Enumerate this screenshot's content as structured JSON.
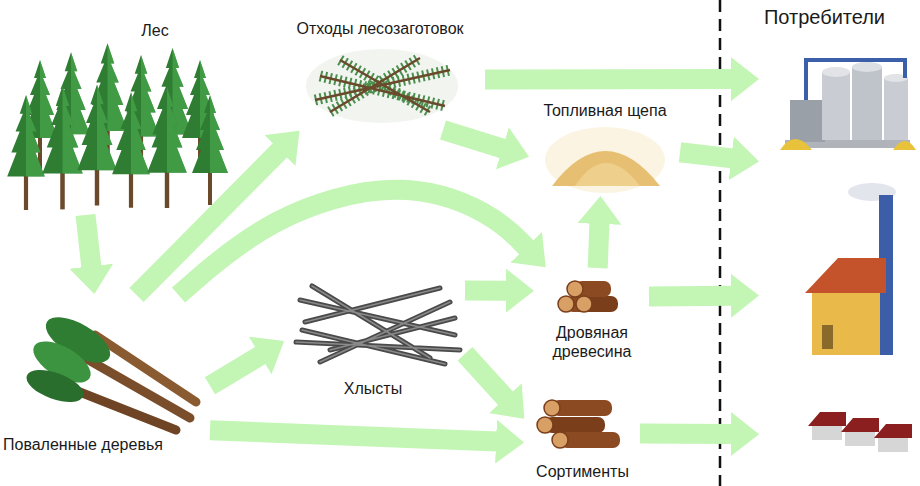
{
  "diagram": {
    "nodes": [
      {
        "text": [
          "Лес"
        ]
      },
      {
        "text": [
          "Отходы лесозаготовок"
        ]
      },
      {
        "text": [
          "Потребители"
        ]
      },
      {
        "text": [
          "Топливная щепа"
        ]
      },
      {
        "text": [
          "Дровяная древесина"
        ]
      },
      {
        "text": [
          "Хлысты"
        ]
      },
      {
        "text": [
          "Поваленные деревья"
        ]
      },
      {
        "text": [
          "Сортименты"
        ]
      }
    ],
    "edges": [
      {
        "from": 0,
        "to": 6,
        "arrow": "to"
      },
      {
        "from": 6,
        "to": 1,
        "arrow": "to"
      },
      {
        "from": 6,
        "to": 4,
        "arrow": "to"
      },
      {
        "from": 1,
        "to": 2,
        "arrow": "to"
      },
      {
        "from": 1,
        "to": 3,
        "arrow": "to"
      },
      {
        "from": 3,
        "to": 2,
        "arrow": "to"
      },
      {
        "from": 6,
        "to": 5,
        "arrow": "to"
      },
      {
        "from": 6,
        "to": 7,
        "arrow": "to"
      },
      {
        "from": 5,
        "to": 4,
        "arrow": "to"
      },
      {
        "from": 5,
        "to": 7,
        "arrow": "to"
      },
      {
        "from": 4,
        "to": 3,
        "arrow": "to"
      },
      {
        "from": 4,
        "to": 2,
        "arrow": "to"
      },
      {
        "from": 7,
        "to": 2,
        "arrow": "to"
      }
    ]
  }
}
